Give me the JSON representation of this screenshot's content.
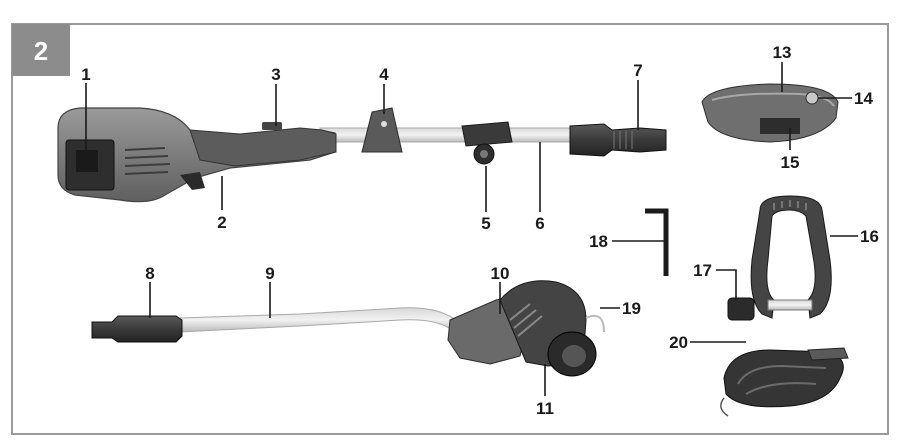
{
  "figure": {
    "number": "2",
    "callouts": {
      "c1": "1",
      "c2": "2",
      "c3": "3",
      "c4": "4",
      "c5": "5",
      "c6": "6",
      "c7": "7",
      "c8": "8",
      "c9": "9",
      "c10": "10",
      "c11": "11",
      "c13": "13",
      "c14": "14",
      "c15": "15",
      "c16": "16",
      "c17": "17",
      "c18": "18",
      "c19": "19",
      "c20": "20"
    }
  }
}
